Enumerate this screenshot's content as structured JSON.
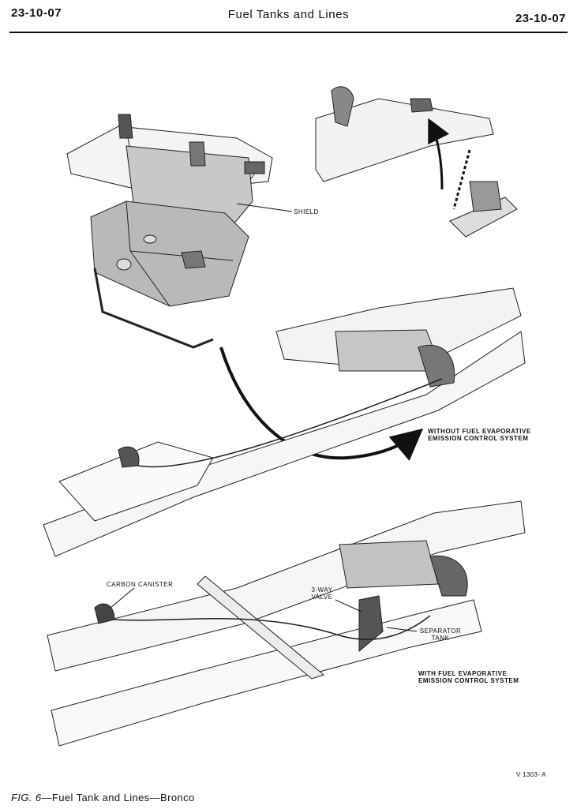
{
  "header": {
    "section_left": "23-10-07",
    "title": "Fuel Tanks and Lines",
    "section_right": "23-10-07"
  },
  "labels": {
    "shield": "SHIELD",
    "without_line1": "WITHOUT FUEL EVAPORATIVE",
    "without_line2": "EMISSION CONTROL SYSTEM",
    "carbon_canister": "CARBON CANISTER",
    "three_way_1": "3-WAY",
    "three_way_2": "VALVE",
    "separator_1": "SEPARATOR",
    "separator_2": "TANK",
    "with_line1": "WITH FUEL EVAPORATIVE",
    "with_line2": "EMISSION CONTROL SYSTEM"
  },
  "figure_ref": "V 1303- A",
  "caption": {
    "fig": "FIG. 6",
    "text": "—Fuel Tank and Lines—Bronco"
  }
}
